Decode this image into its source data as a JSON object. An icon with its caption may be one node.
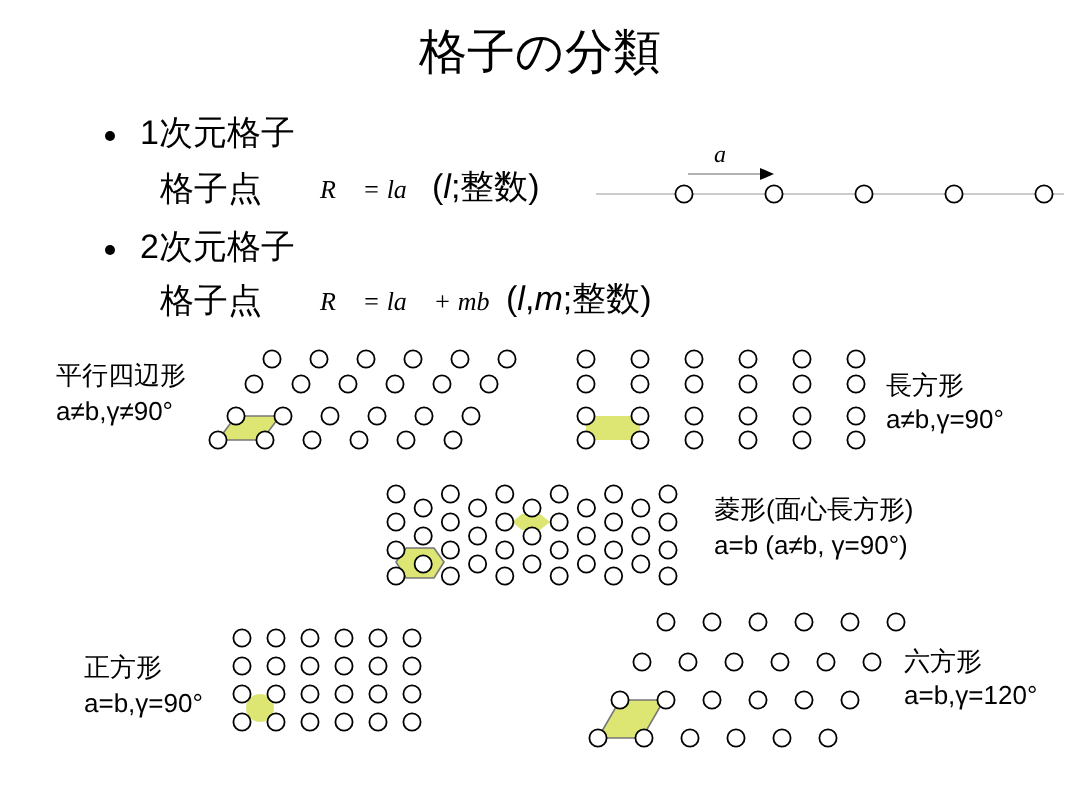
{
  "diagram": {
    "title": "格子の分類",
    "labels": [
      "1次元格子",
      "格子点",
      "R⃗ = la⃗",
      "(*l*;整数)",
      "a⃗",
      "2次元格子",
      "格子点",
      "R⃗ = la⃗ + mb⃗",
      "(*l*,*m*;整数)",
      "平行四辺形",
      "a≠b,γ≠90°",
      "長方形",
      "a≠b,γ=90°",
      "菱形(面心長方形)",
      "a=b (a≠b, γ=90°)",
      "正方形",
      "a=b,γ=90°",
      "六方形",
      "a=b,γ=120°"
    ]
  }
}
